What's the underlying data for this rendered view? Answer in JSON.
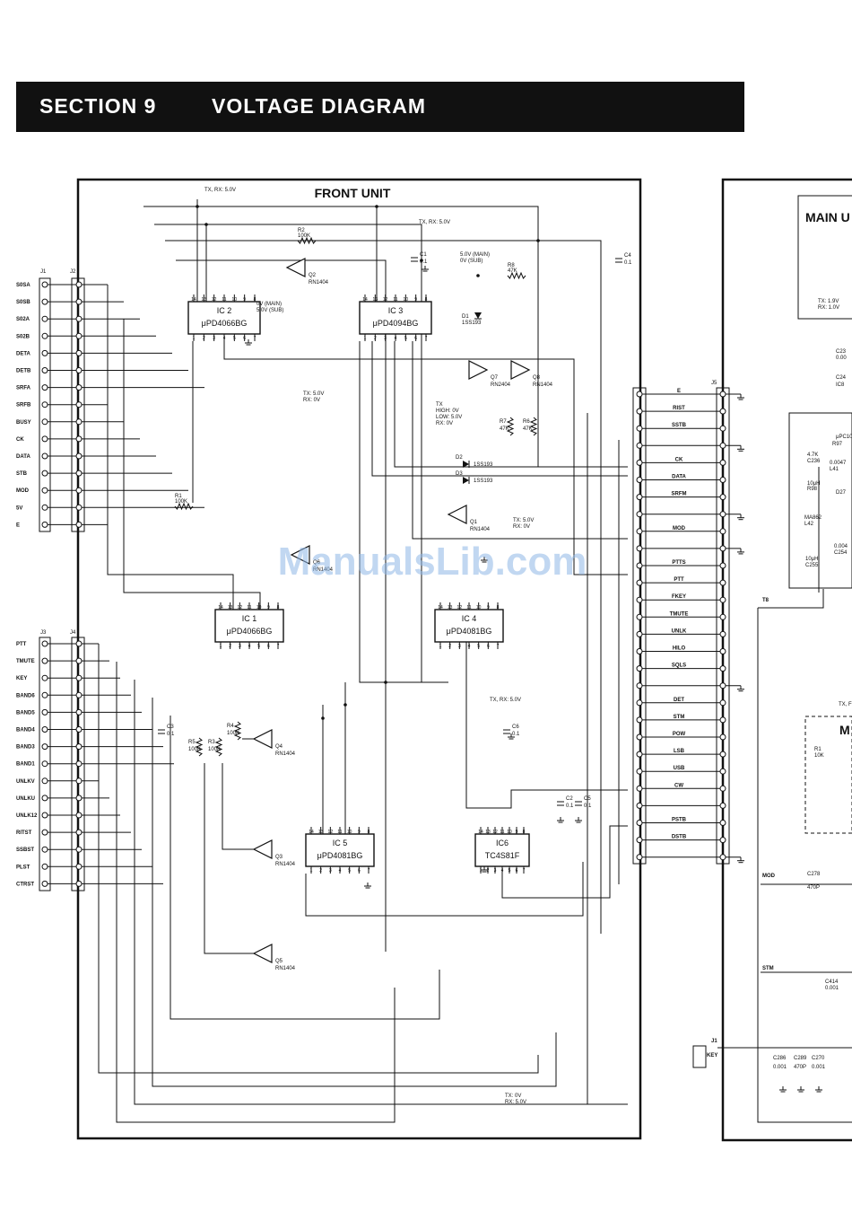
{
  "header": {
    "section": "SECTION  9",
    "title": "VOLTAGE DIAGRAM"
  },
  "watermark": "ManualsLib.com",
  "front_unit": {
    "title": "FRONT UNIT",
    "j1_label": "J1",
    "j2_label": "J2",
    "j1_pins": [
      "S0SA",
      "S0SB",
      "S02A",
      "S02B",
      "DETA",
      "DETB",
      "SRFA",
      "SRFB",
      "BUSY",
      "CK",
      "DATA",
      "STB",
      "MOD",
      "5V",
      "E"
    ],
    "j3_label": "J3",
    "j4_label": "J4",
    "j3_pins": [
      "PTT",
      "TMUTE",
      "KEY",
      "BAND6",
      "BAND5",
      "BAND4",
      "BAND3",
      "BAND1",
      "UNLKV",
      "UNLKU",
      "UNLK12",
      "RITST",
      "SSBST",
      "PLST",
      "CTRST"
    ],
    "j5_label": "J5",
    "j5_pins": [
      "E",
      "RIST",
      "SSTB",
      "",
      "CK",
      "DATA",
      "SRFM",
      "",
      "MOD",
      "",
      "PTTS",
      "PTT",
      "FKEY",
      "TMUTE",
      "UNLK",
      "HILO",
      "SQLS",
      "",
      "DET",
      "STM",
      "POW",
      "LSB",
      "USB",
      "CW",
      "",
      "PSTB",
      "DSTB",
      ""
    ],
    "ics": [
      {
        "ref": "IC 2",
        "part": "μPD4066BG"
      },
      {
        "ref": "IC 3",
        "part": "μPD4094BG"
      },
      {
        "ref": "IC 1",
        "part": "μPD4066BG"
      },
      {
        "ref": "IC 4",
        "part": "μPD4081BG"
      },
      {
        "ref": "IC 5",
        "part": "μPD4081BG"
      },
      {
        "ref": "IC6",
        "part": "TC4S81F"
      }
    ],
    "transistors": [
      {
        "ref": "Q2",
        "part": "RN1404"
      },
      {
        "ref": "Q7",
        "part": "RN2404"
      },
      {
        "ref": "Q8",
        "part": "RN1404"
      },
      {
        "ref": "Q1",
        "part": "RN1404"
      },
      {
        "ref": "Q6",
        "part": "RN1404"
      },
      {
        "ref": "Q4",
        "part": "RN1404"
      },
      {
        "ref": "Q3",
        "part": "RN1404"
      },
      {
        "ref": "Q5",
        "part": "RN1404"
      }
    ],
    "resistors": [
      {
        "ref": "R2",
        "value": "100K"
      },
      {
        "ref": "R8",
        "value": "47K"
      },
      {
        "ref": "R1",
        "value": "100K"
      },
      {
        "ref": "R7",
        "value": "47K"
      },
      {
        "ref": "R6",
        "value": "47K"
      },
      {
        "ref": "R5",
        "value": "100K"
      },
      {
        "ref": "R3",
        "value": "100K"
      },
      {
        "ref": "R4",
        "value": "100K"
      }
    ],
    "diodes": [
      {
        "ref": "D1",
        "part": "1SS193"
      },
      {
        "ref": "D2",
        "part": "1SS193"
      },
      {
        "ref": "D3",
        "part": "1SS193"
      }
    ],
    "caps": [
      {
        "ref": "C1",
        "value": "0.1"
      },
      {
        "ref": "C4",
        "value": "0.1"
      },
      {
        "ref": "C3",
        "value": "0.1"
      },
      {
        "ref": "C6",
        "value": "0.1"
      },
      {
        "ref": "C2",
        "value": "0.1"
      },
      {
        "ref": "C5",
        "value": "0.1"
      }
    ],
    "voltage_notes": [
      "TX, RX: 5.0V",
      "TX, RX: 5.0V",
      "5.0V (MAIN)",
      "0V (SUB)",
      "0V (MAIN)",
      "5.0V (SUB)",
      "TX: 5.0V",
      "RX: 0V",
      "TX",
      "HIGH: 0V",
      "LOW: 5.0V",
      "RX: 0V",
      "TX: 5.0V",
      "RX: 0V",
      "TX, RX: 5.0V",
      "TX: 0V",
      "RX: 5.0V"
    ]
  },
  "main_unit": {
    "title": "MAIN U",
    "notes": [
      "TX: 1.9V",
      "RX: 1.0V"
    ],
    "parts": [
      "C23",
      "0.00",
      "C24",
      "IC8",
      "μPC10",
      "R97",
      "4.7K",
      "C236",
      "0.0047",
      "L41",
      "10μH",
      "R98",
      "D27",
      "MA862",
      "L42",
      "10μH",
      "C255",
      "0.004",
      "C254",
      "R1",
      "10K",
      "C278",
      "470P",
      "C414",
      "0.001",
      "C286",
      "0.001",
      "C289",
      "470P",
      "C270",
      "0.001"
    ],
    "boxed_label": "M",
    "signals": [
      "T8",
      "MOD",
      "STM",
      "KEY",
      "J1"
    ],
    "note2": "TX, F"
  }
}
